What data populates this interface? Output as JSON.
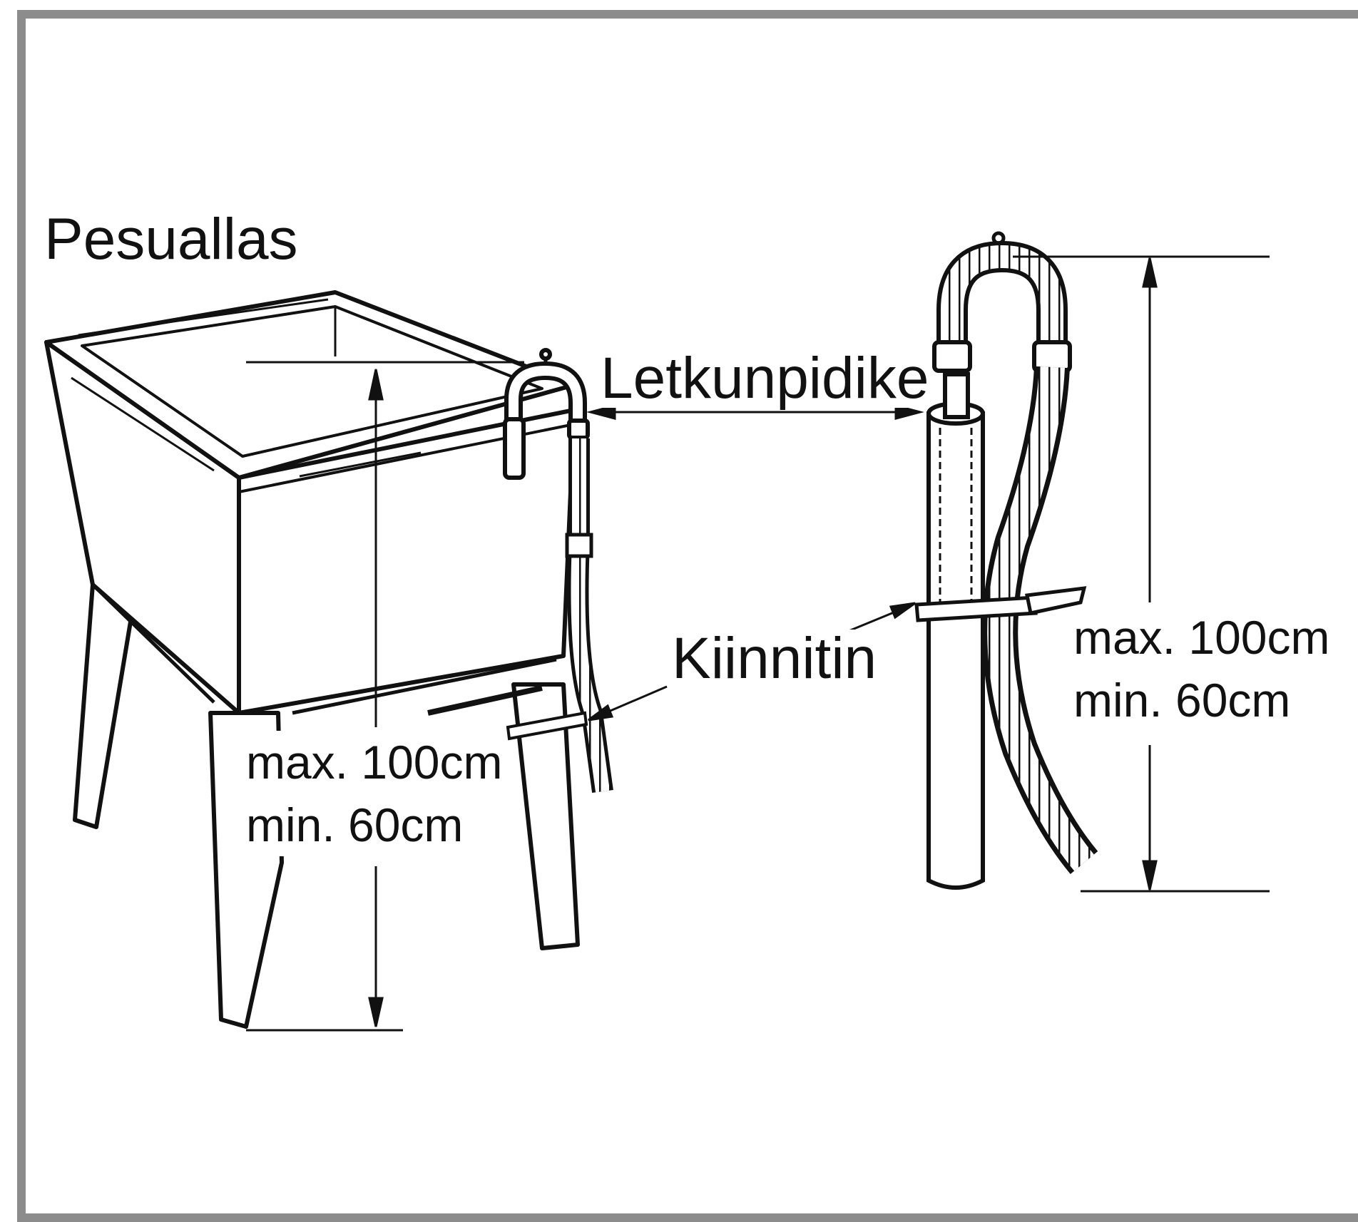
{
  "labels": {
    "sink": "Pesuallas",
    "hose_holder": "Letkunpidike",
    "fastener": "Kiinnitin"
  },
  "sink_measure": {
    "max": "max. 100cm",
    "min": "min. 60cm"
  },
  "pipe_measure": {
    "max": "max. 100cm",
    "min": "min. 60cm"
  },
  "colors": {
    "frame": "#8c8c8c",
    "line": "#111111"
  }
}
